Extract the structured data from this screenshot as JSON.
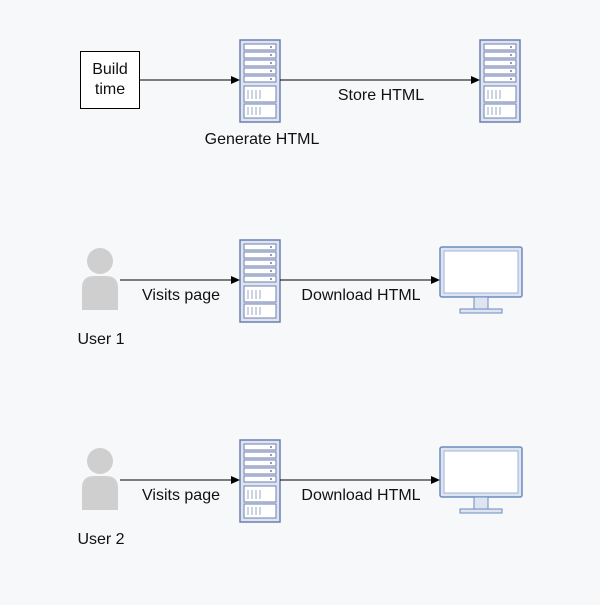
{
  "build": {
    "label": "Build time"
  },
  "edges": {
    "generate_html": "Generate HTML",
    "store_html": "Store HTML",
    "visits_page_1": "Visits page",
    "download_html_1": "Download HTML",
    "visits_page_2": "Visits page",
    "download_html_2": "Download HTML"
  },
  "users": [
    {
      "label": "User 1"
    },
    {
      "label": "User 2"
    }
  ],
  "icons": {
    "server": "server-icon",
    "monitor": "monitor-icon",
    "user": "user-icon"
  },
  "colors": {
    "server_fill": "#dfe5f0",
    "server_stroke": "#6c7fae",
    "monitor_stroke": "#6c8cc0",
    "user_fill": "#cfcfcf",
    "edge": "#000000"
  }
}
